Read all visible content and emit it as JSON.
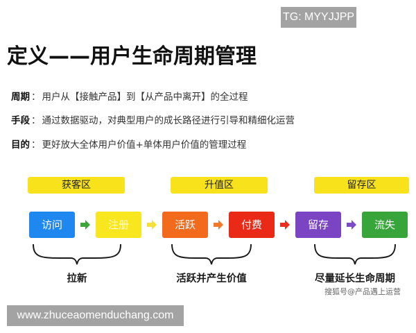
{
  "watermarks": {
    "tg": "TG: MYYJJPP",
    "url": "www.zhuceaomenduchang.com",
    "source": "搜狐号@产品遇上运营"
  },
  "title": "定义——用户生命周期管理",
  "definitions": [
    {
      "key": "周期",
      "sep": "：",
      "text": "用户从【接触产品】到【从产品中离开】的全过程"
    },
    {
      "key": "手段",
      "sep": "：",
      "text": "通过数据驱动，对典型用户的成长路径进行引导和精细化运营"
    },
    {
      "key": "目的",
      "sep": "：",
      "text": "更好放大全体用户价值+单体用户价值的管理过程"
    }
  ],
  "zones": [
    {
      "label": "获客区"
    },
    {
      "label": "升值区"
    },
    {
      "label": "留存区"
    }
  ],
  "stages": [
    {
      "label": "访问",
      "color": "#1e88f0"
    },
    {
      "label": "注册",
      "color": "#f8e61e"
    },
    {
      "label": "活跃",
      "color": "#f26a1b"
    },
    {
      "label": "付费",
      "color": "#ea2a17"
    },
    {
      "label": "留存",
      "color": "#7a44c2"
    },
    {
      "label": "流失",
      "color": "#38a53a"
    }
  ],
  "arrows": [
    {
      "color": "#3ea53a"
    },
    {
      "color": "#f5e03a"
    },
    {
      "color": "#f2792b"
    },
    {
      "color": "#e8301e"
    },
    {
      "color": "#7c4cc6"
    }
  ],
  "groups": [
    {
      "label": "拉新"
    },
    {
      "label": "活跃并产生价值"
    },
    {
      "label": "尽量延长生命周期"
    }
  ]
}
